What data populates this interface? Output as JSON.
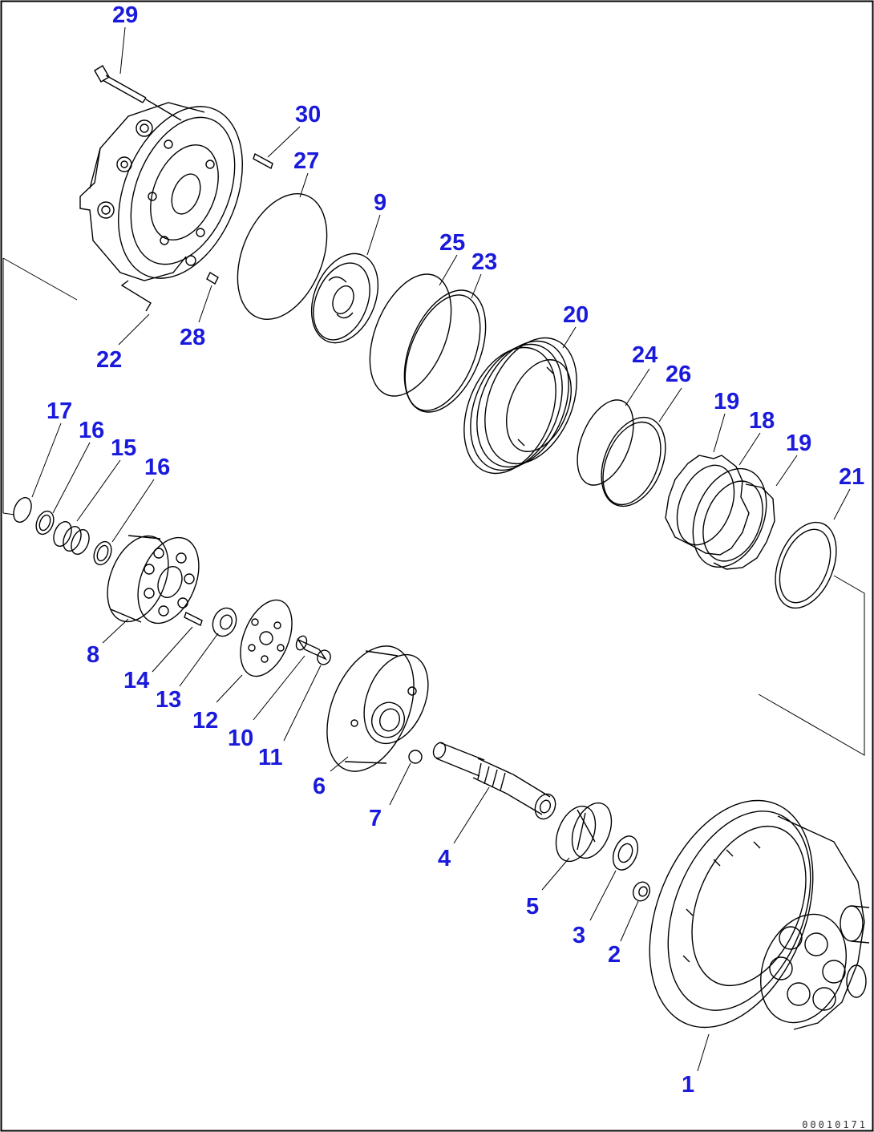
{
  "drawing_id": "00010171",
  "colors": {
    "label": "#1a1adc",
    "line": "#000000",
    "background": "#ffffff"
  },
  "callouts": [
    {
      "key": "p29",
      "text": "29",
      "part": "bolt"
    },
    {
      "key": "p30",
      "text": "30",
      "part": "dowel-pin"
    },
    {
      "key": "p27",
      "text": "27",
      "part": "o-ring"
    },
    {
      "key": "p9",
      "text": "9",
      "part": "valve-plate"
    },
    {
      "key": "p25",
      "text": "25",
      "part": "seal-ring"
    },
    {
      "key": "p23",
      "text": "23",
      "part": "seal-ring"
    },
    {
      "key": "p22",
      "text": "22",
      "part": "motor-housing-cover"
    },
    {
      "key": "p28",
      "text": "28",
      "part": "plug"
    },
    {
      "key": "p20",
      "text": "20",
      "part": "brake-piston"
    },
    {
      "key": "p24",
      "text": "24",
      "part": "seal-ring"
    },
    {
      "key": "p26",
      "text": "26",
      "part": "seal-ring"
    },
    {
      "key": "p19a",
      "text": "19",
      "part": "brake-plate"
    },
    {
      "key": "p18",
      "text": "18",
      "part": "friction-disc"
    },
    {
      "key": "p19b",
      "text": "19",
      "part": "brake-plate"
    },
    {
      "key": "p21",
      "text": "21",
      "part": "ring"
    },
    {
      "key": "p17",
      "text": "17",
      "part": "snap-ring"
    },
    {
      "key": "p16a",
      "text": "16",
      "part": "washer"
    },
    {
      "key": "p15",
      "text": "15",
      "part": "spring"
    },
    {
      "key": "p16b",
      "text": "16",
      "part": "washer"
    },
    {
      "key": "p8",
      "text": "8",
      "part": "cylinder-block"
    },
    {
      "key": "p14",
      "text": "14",
      "part": "pin"
    },
    {
      "key": "p13",
      "text": "13",
      "part": "ball-guide"
    },
    {
      "key": "p12",
      "text": "12",
      "part": "retainer-plate"
    },
    {
      "key": "p10",
      "text": "10",
      "part": "piston"
    },
    {
      "key": "p11",
      "text": "11",
      "part": "shoe"
    },
    {
      "key": "p6",
      "text": "6",
      "part": "swash-plate"
    },
    {
      "key": "p7",
      "text": "7",
      "part": "ball"
    },
    {
      "key": "p4",
      "text": "4",
      "part": "shaft"
    },
    {
      "key": "p5",
      "text": "5",
      "part": "bearing"
    },
    {
      "key": "p3",
      "text": "3",
      "part": "bearing"
    },
    {
      "key": "p2",
      "text": "2",
      "part": "nut"
    },
    {
      "key": "p1",
      "text": "1",
      "part": "final-drive-housing"
    }
  ]
}
